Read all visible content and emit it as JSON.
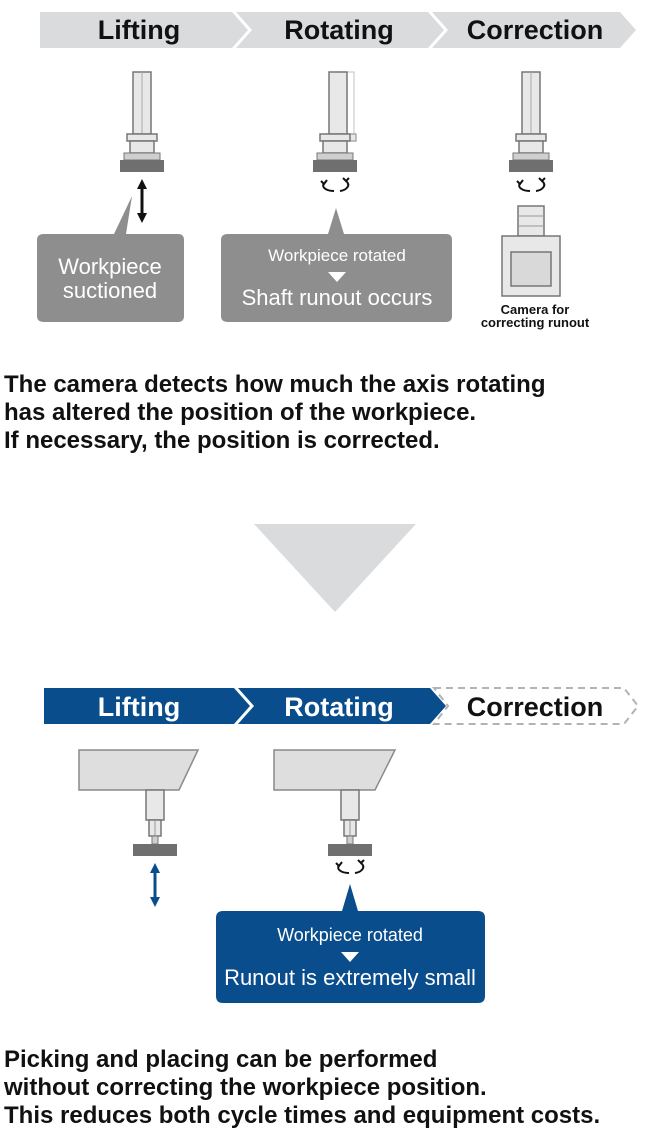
{
  "colors": {
    "stage_gray": "#d9dbdd",
    "bubble_gray": "#8e8e8e",
    "brand_blue": "#0a4d8c",
    "arrow_gray": "#d9dbdd",
    "dark_part": "#6f6f6f",
    "light_part": "#cfcfcf"
  },
  "top_section": {
    "stages": [
      "Lifting",
      "Rotating",
      "Correction"
    ],
    "bubble_lifting": [
      "Workpiece",
      "suctioned"
    ],
    "bubble_rotating": {
      "line1": "Workpiece rotated",
      "line2": "Shaft runout occurs"
    },
    "camera_label": [
      "Camera for",
      "correcting runout"
    ],
    "caption": [
      "The camera detects how much the axis rotating",
      "has altered the position of the workpiece.",
      "If necessary, the position is corrected."
    ]
  },
  "bottom_section": {
    "stages": [
      "Lifting",
      "Rotating",
      "Correction"
    ],
    "bubble_rotating": {
      "line1": "Workpiece rotated",
      "line2": "Runout is extremely small"
    },
    "caption": [
      "Picking and placing can be performed",
      "without correcting the workpiece position.",
      "This reduces both cycle times and equipment costs."
    ]
  }
}
